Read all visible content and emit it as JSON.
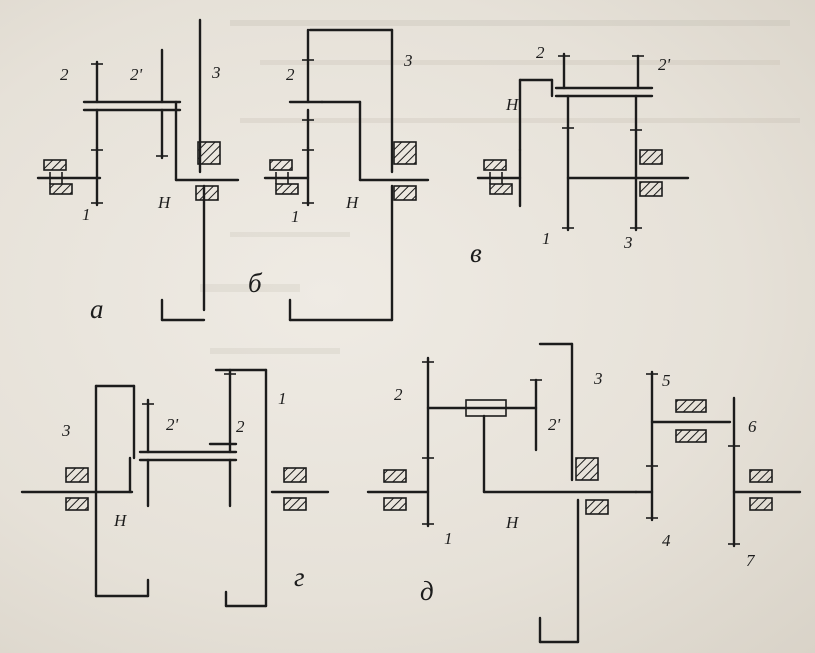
{
  "mechanisms": {
    "a": {
      "caption": "a",
      "labels": {
        "g1": "1",
        "g2": "2",
        "g2p": "2'",
        "g3": "3",
        "h": "H"
      }
    },
    "b": {
      "caption": "б",
      "labels": {
        "g1": "1",
        "g2": "2",
        "g3": "3",
        "h": "H"
      }
    },
    "v": {
      "caption": "в",
      "labels": {
        "g1": "1",
        "g2": "2",
        "g2p": "2'",
        "g3": "3",
        "h": "H"
      }
    },
    "g": {
      "caption": "г",
      "labels": {
        "g1": "1",
        "g2": "2",
        "g2p": "2'",
        "g3": "3",
        "h": "H"
      }
    },
    "d": {
      "caption": "д",
      "labels": {
        "g1": "1",
        "g2": "2",
        "g2p": "2'",
        "g3": "3",
        "g4": "4",
        "g5": "5",
        "g6": "6",
        "g7": "7",
        "h": "H"
      }
    }
  }
}
